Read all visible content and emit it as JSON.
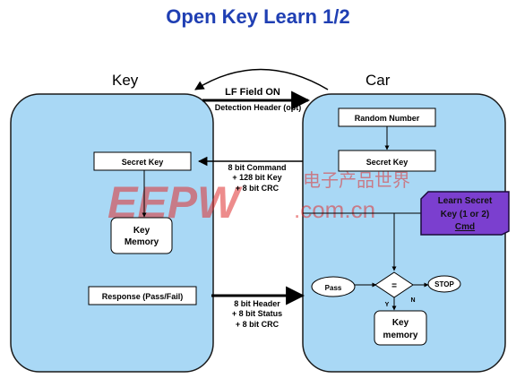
{
  "slide": {
    "title": "Open Key Learn 1/2"
  },
  "key_panel": {
    "title": "Key",
    "secret_key": "Secret Key",
    "key_memory": [
      "Key",
      "Memory"
    ],
    "response": "Response (Pass/Fail)"
  },
  "car_panel": {
    "title": "Car",
    "random_number": "Random Number",
    "secret_key": "Secret Key",
    "pass": "Pass",
    "compare": "=",
    "yes_label": "Y",
    "no_label": "N",
    "stop": "STOP",
    "key_memory": [
      "Key",
      "memory"
    ]
  },
  "messages": {
    "lf_field": "LF Field ON",
    "detection_header": "Detection Header (opt)",
    "command": [
      "8 bit Command",
      "+ 128 bit Key",
      "+ 8 bit CRC"
    ],
    "response": [
      "8 bit Header",
      "+ 8 bit Status",
      "+ 8 bit CRC"
    ]
  },
  "callout": {
    "lines": [
      "Learn Secret",
      "Key (1 or 2)",
      "Cmd"
    ]
  },
  "watermark": {
    "logo": "EEPW",
    "domain": ".com.cn",
    "cn": "电子产品世界"
  },
  "colors": {
    "title_blue": "#1f3fb3",
    "panel_fill": "#a9d8f5",
    "callout_fill": "#7b3fcf",
    "watermark_red": "#e03030"
  }
}
